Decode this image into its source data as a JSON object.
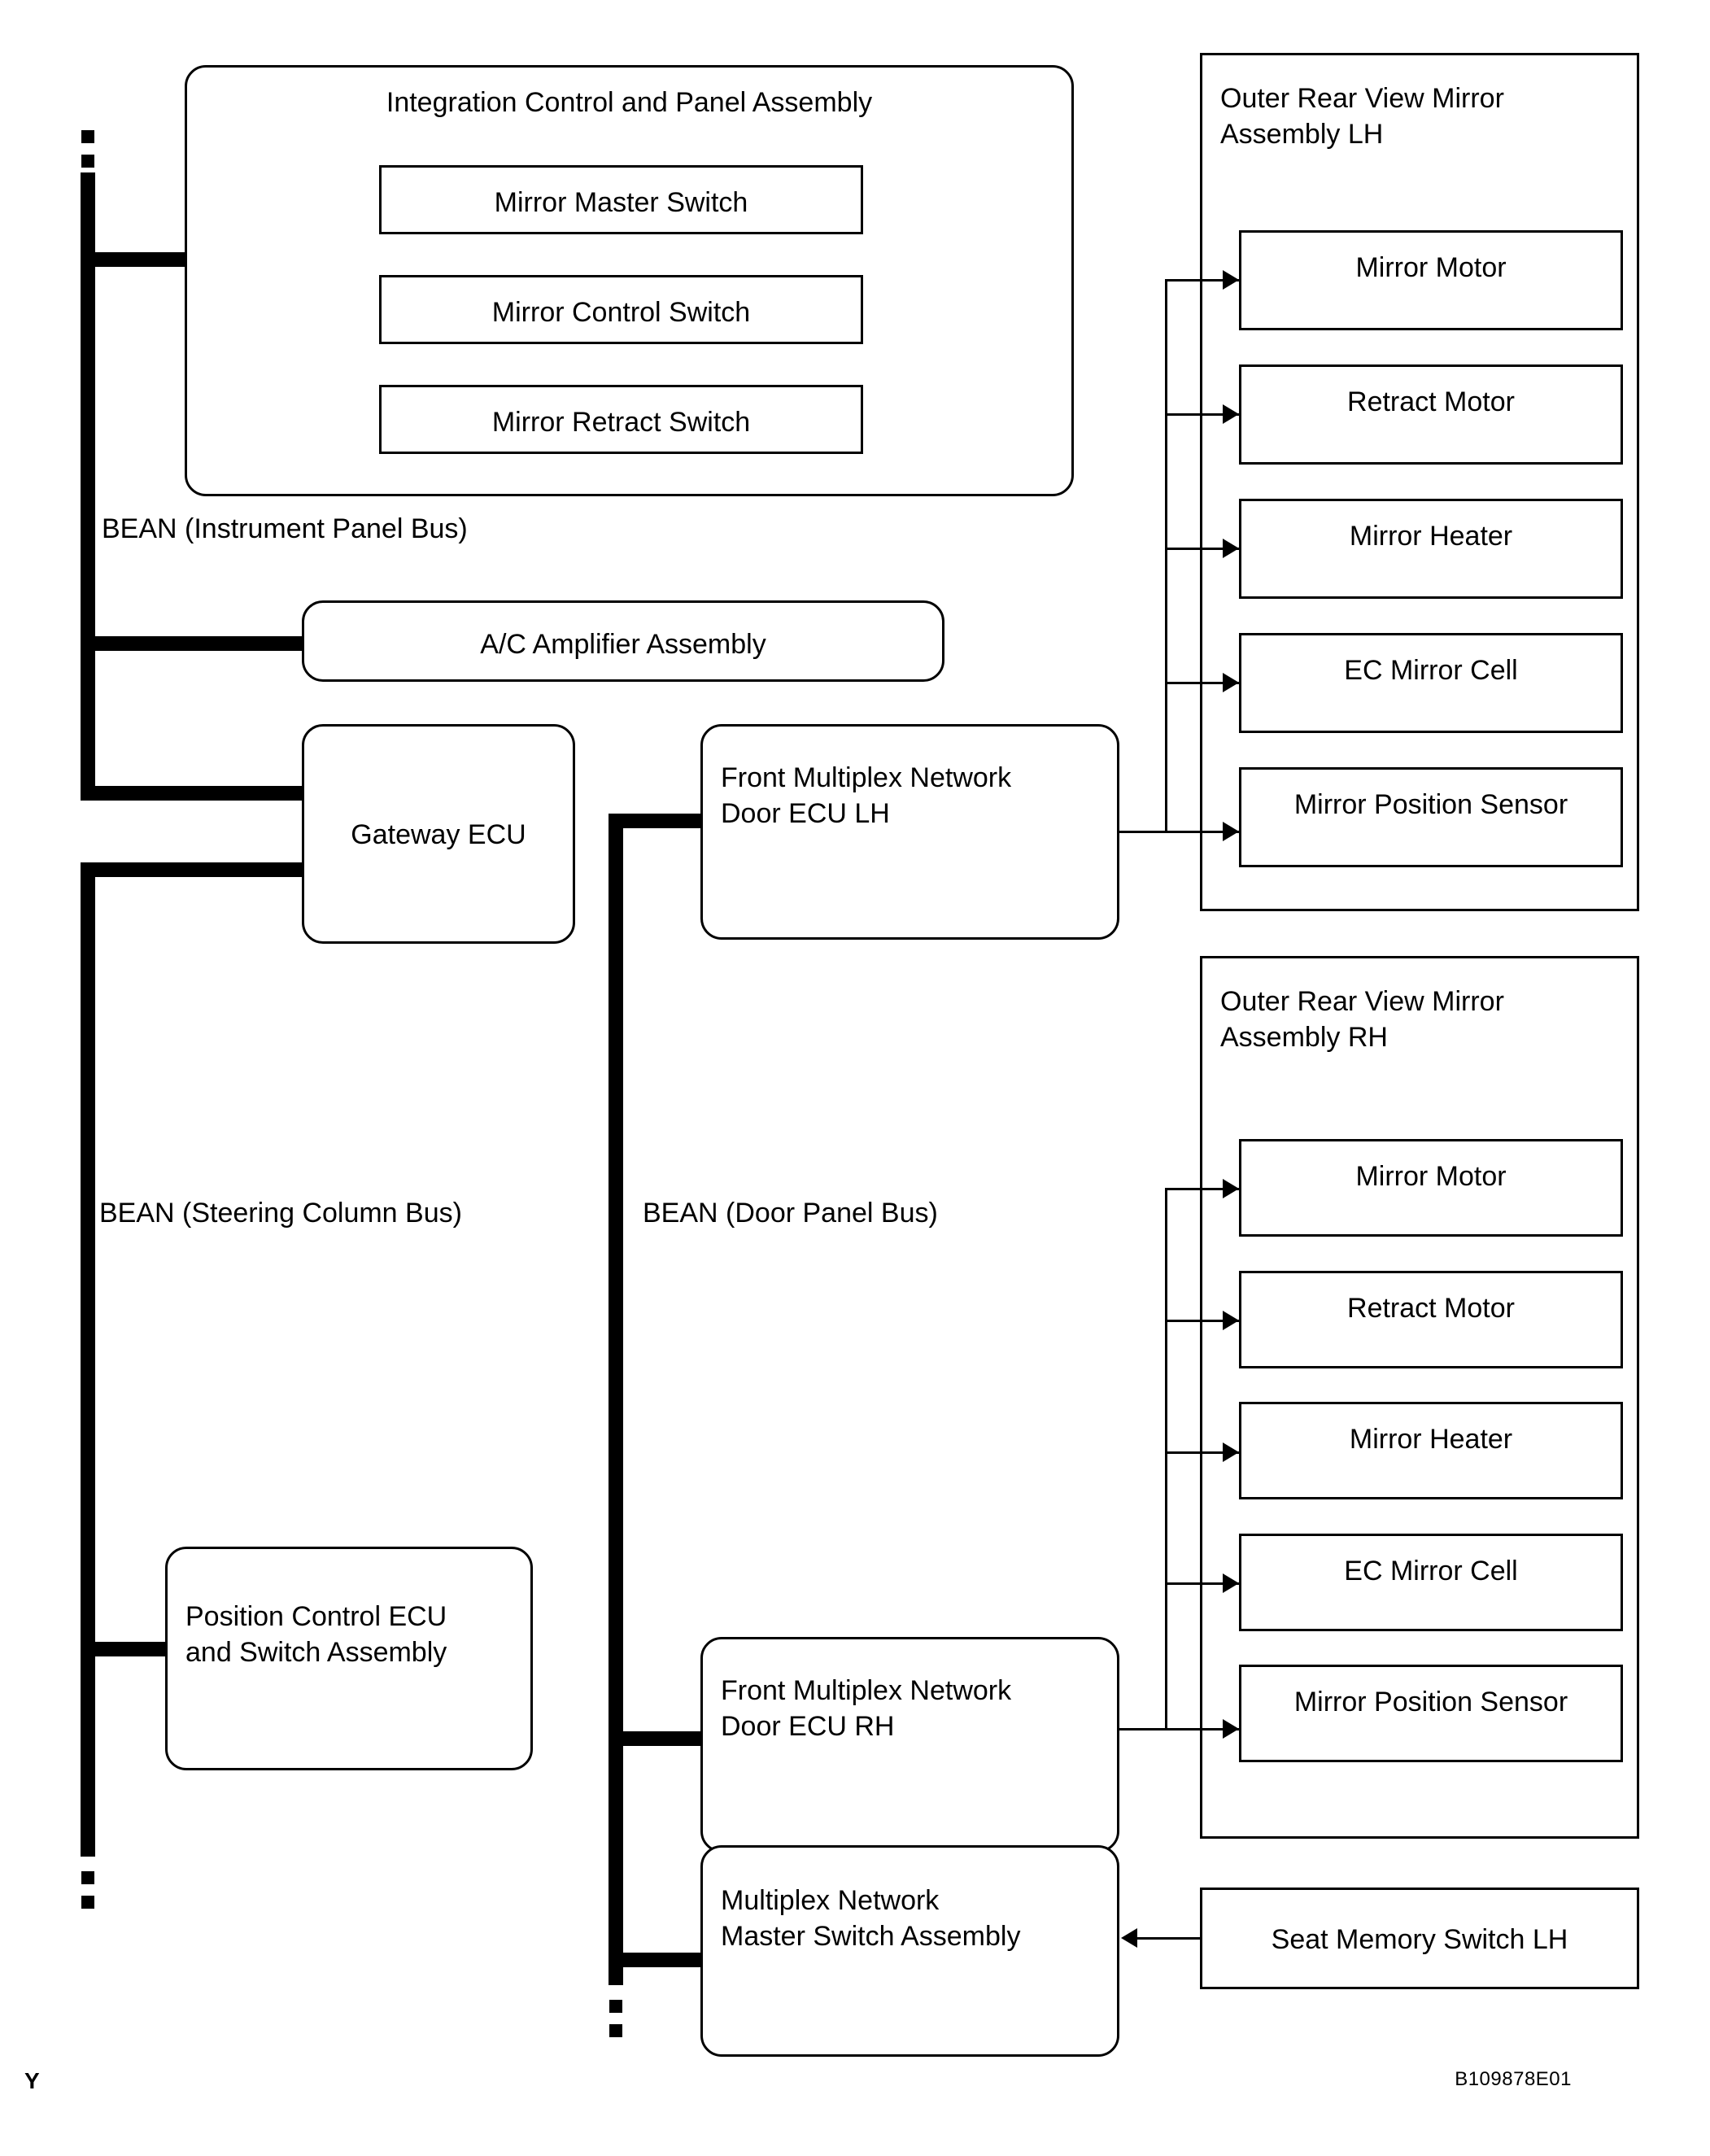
{
  "diagram": {
    "figure_code": "B109878E01",
    "corner_mark": "Y",
    "buses": [
      {
        "name": "bean-instrument-panel-bus",
        "label": "BEAN (Instrument Panel Bus)"
      },
      {
        "name": "bean-steering-column-bus",
        "label": "BEAN (Steering Column Bus)"
      },
      {
        "name": "bean-door-panel-bus",
        "label": "BEAN (Door Panel Bus)"
      }
    ],
    "integration_panel": {
      "title": "Integration Control and Panel Assembly",
      "switches": [
        "Mirror Master Switch",
        "Mirror Control Switch",
        "Mirror Retract Switch"
      ]
    },
    "nodes": {
      "ac_amplifier": "A/C Amplifier Assembly",
      "gateway_ecu": "Gateway ECU",
      "front_door_ecu_lh": "Front Multiplex Network\nDoor ECU LH",
      "front_door_ecu_lh_line1": "Front Multiplex Network",
      "front_door_ecu_lh_line2": "Door ECU LH",
      "front_door_ecu_rh_line1": "Front Multiplex Network",
      "front_door_ecu_rh_line2": "Door ECU RH",
      "position_control_line1": "Position Control ECU",
      "position_control_line2": "and Switch Assembly",
      "multiplex_master_line1": "Multiplex Network",
      "multiplex_master_line2": "Master Switch Assembly",
      "seat_memory_switch_lh": "Seat Memory Switch LH"
    },
    "mirror_lh": {
      "title_line1": "Outer Rear View Mirror",
      "title_line2": "Assembly LH",
      "items": [
        "Mirror Motor",
        "Retract Motor",
        "Mirror Heater",
        "EC Mirror Cell",
        "Mirror Position Sensor"
      ]
    },
    "mirror_rh": {
      "title_line1": "Outer Rear View Mirror",
      "title_line2": "Assembly RH",
      "items": [
        "Mirror Motor",
        "Retract Motor",
        "Mirror Heater",
        "EC Mirror Cell",
        "Mirror Position Sensor"
      ]
    }
  }
}
